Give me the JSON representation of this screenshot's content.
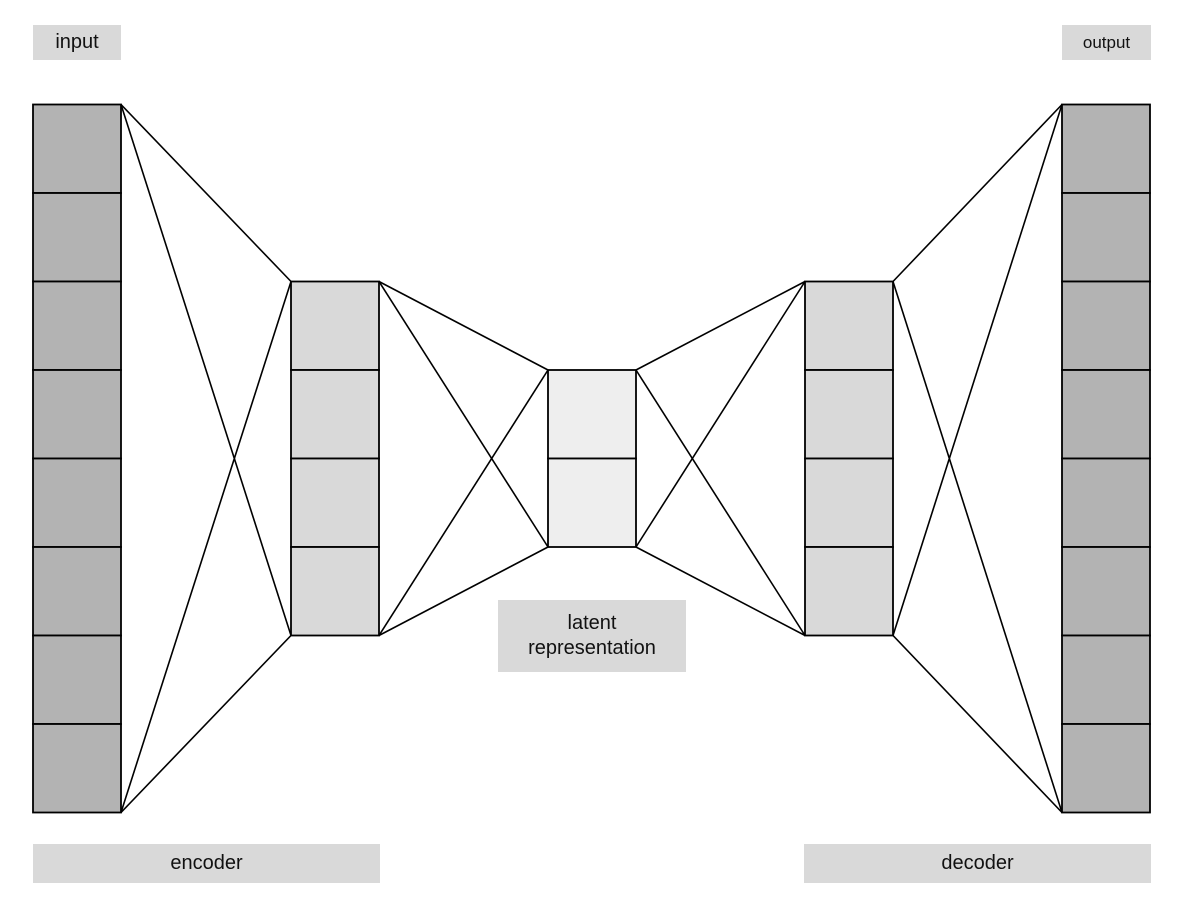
{
  "labels": {
    "input": "input",
    "output": "output",
    "latent": "latent\nrepresentation",
    "encoder": "encoder",
    "decoder": "decoder"
  },
  "layers": [
    {
      "name": "input-layer",
      "units": 8,
      "fill": "#b3b3b3"
    },
    {
      "name": "encoder-hidden-layer",
      "units": 4,
      "fill": "#d9d9d9"
    },
    {
      "name": "latent-layer",
      "units": 2,
      "fill": "#eeeeee"
    },
    {
      "name": "decoder-hidden-layer",
      "units": 4,
      "fill": "#d9d9d9"
    },
    {
      "name": "output-layer",
      "units": 8,
      "fill": "#b3b3b3"
    }
  ],
  "colors": {
    "stroke": "#000000",
    "label_background": "#d9d9d9"
  }
}
